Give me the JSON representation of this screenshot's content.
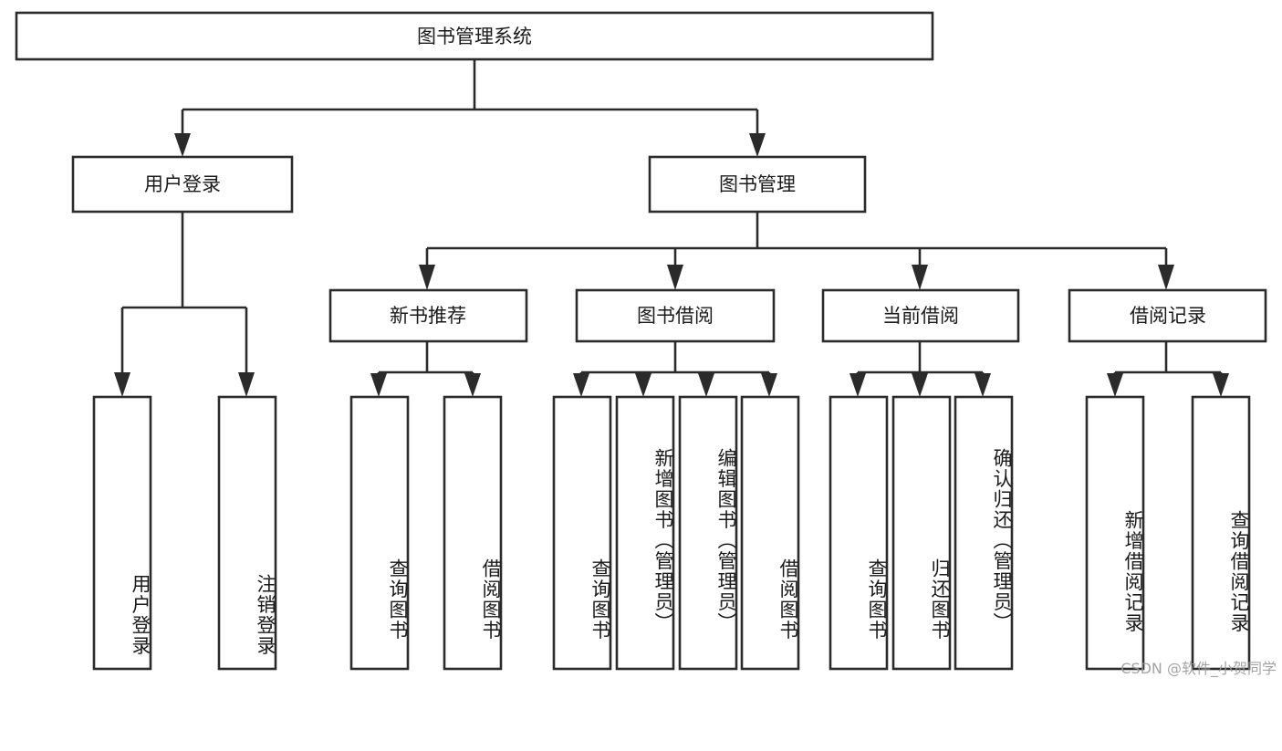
{
  "diagram": {
    "title_node": {
      "label": "图书管理系统"
    },
    "level2": [
      {
        "id": "user-login",
        "label": "用户登录"
      },
      {
        "id": "book-manage",
        "label": "图书管理"
      }
    ],
    "level3": [
      {
        "id": "new-book-recommend",
        "label": "新书推荐",
        "parent": "book-manage"
      },
      {
        "id": "book-borrow",
        "label": "图书借阅",
        "parent": "book-manage"
      },
      {
        "id": "current-borrow",
        "label": "当前借阅",
        "parent": "book-manage"
      },
      {
        "id": "borrow-record",
        "label": "借阅记录",
        "parent": "book-manage"
      }
    ],
    "leaves": [
      {
        "id": "leaf-user-login",
        "label": "用户登录",
        "parent": "user-login"
      },
      {
        "id": "leaf-logout-login",
        "label": "注销登录",
        "parent": "user-login"
      },
      {
        "id": "leaf-query-book-1",
        "label": "查询图书",
        "parent": "new-book-recommend"
      },
      {
        "id": "leaf-borrow-book-1",
        "label": "借阅图书",
        "parent": "new-book-recommend"
      },
      {
        "id": "leaf-query-book-2",
        "label": "查询图书",
        "parent": "book-borrow"
      },
      {
        "id": "leaf-add-book",
        "label": "新增图书（管理员）",
        "parent": "book-borrow"
      },
      {
        "id": "leaf-edit-book",
        "label": "编辑图书（管理员）",
        "parent": "book-borrow"
      },
      {
        "id": "leaf-borrow-book-2",
        "label": "借阅图书",
        "parent": "book-borrow"
      },
      {
        "id": "leaf-query-book-3",
        "label": "查询图书",
        "parent": "current-borrow"
      },
      {
        "id": "leaf-return-book",
        "label": "归还图书",
        "parent": "current-borrow"
      },
      {
        "id": "leaf-confirm-return",
        "label": "确认归还（管理员）",
        "parent": "current-borrow"
      },
      {
        "id": "leaf-add-record",
        "label": "新增借阅记录",
        "parent": "borrow-record"
      },
      {
        "id": "leaf-query-record",
        "label": "查询借阅记录",
        "parent": "borrow-record"
      }
    ],
    "colors": {
      "stroke": "#2b2b2b",
      "fill": "#ffffff",
      "text": "#1a1a1a",
      "watermark": "#9a9a9a"
    }
  },
  "watermark": {
    "text": "CSDN @软件_小贺同学"
  }
}
